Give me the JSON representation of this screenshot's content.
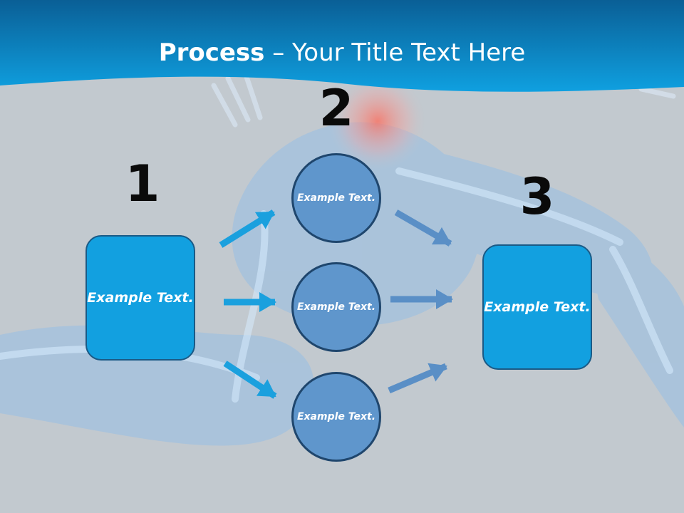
{
  "slide": {
    "title": {
      "bold": "Process",
      "rest": " – Your Title Text Here"
    },
    "colors": {
      "banner": "#0e8fcf",
      "background": "#c2c9cf",
      "box_fill": "#12a0e0",
      "circle_fill": "#5f96cc",
      "arrow_bright": "#1aa0de",
      "arrow_muted": "#5a8fc6"
    },
    "steps": [
      {
        "number": "1",
        "label": "Example Text."
      },
      {
        "number": "2",
        "items": [
          "Example Text.",
          "Example Text.",
          "Example Text."
        ]
      },
      {
        "number": "3",
        "label": "Example Text."
      }
    ]
  }
}
